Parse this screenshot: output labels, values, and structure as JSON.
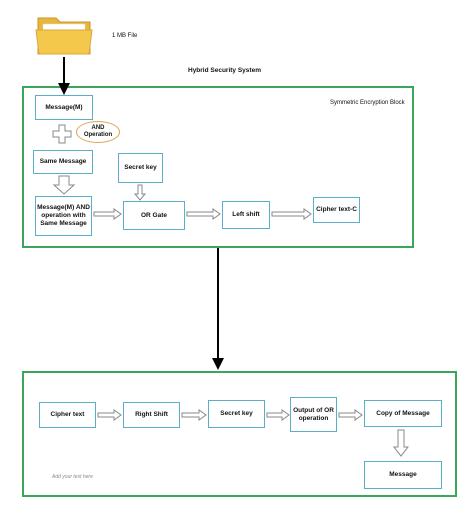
{
  "file_label": "1 MB File",
  "title": "Hybrid Security System",
  "encryption_block": {
    "label": "Symmetric Encryption Block",
    "message": "Message(M)",
    "and_operation": "AND Operation",
    "same_message": "Same Message",
    "and_result": "Message(M) AND operation with Same Message",
    "secret_key": "Secret key",
    "or_gate": "OR Gate",
    "left_shift": "Left shift",
    "cipher_text": "Cipher text-C"
  },
  "decryption_block": {
    "cipher_text": "Cipher text",
    "right_shift": "Right Shift",
    "secret_key": "Secret key",
    "or_output": "Output of OR operation",
    "copy_message": "Copy of Message",
    "message": "Message",
    "placeholder": "Add your text here"
  },
  "colors": {
    "block_border": "#3aa65a",
    "box_border": "#5ab0c8",
    "oval_border": "#e0a050",
    "folder": "#f4c84a"
  },
  "icons": [
    "folder-icon",
    "plus-icon"
  ]
}
